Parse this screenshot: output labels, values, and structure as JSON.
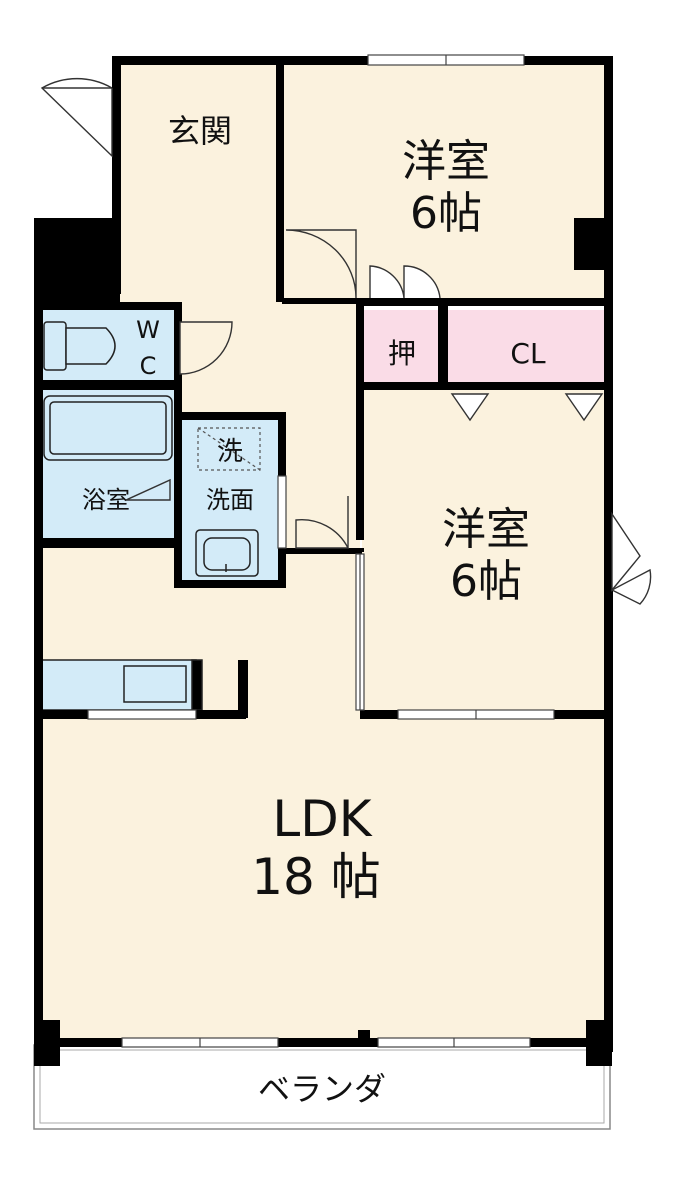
{
  "floorplan": {
    "rooms": {
      "genkan": "玄関",
      "western_top": {
        "name": "洋室",
        "size": "6帖"
      },
      "oshiire": "押",
      "closet": "CL",
      "wc_w": "W",
      "wc_c": "C",
      "washer": "洗",
      "bath": "浴室",
      "washroom": "洗面",
      "western_mid": {
        "name": "洋室",
        "size": "6帖"
      },
      "ldk": {
        "name": "LDK",
        "size": "18 帖"
      },
      "veranda": "ベランダ"
    },
    "colors": {
      "room_fill": "#FBF2DE",
      "wet_area_fill": "#D3EBF8",
      "storage_fill": "#FADCE7",
      "wall": "#000000"
    }
  }
}
